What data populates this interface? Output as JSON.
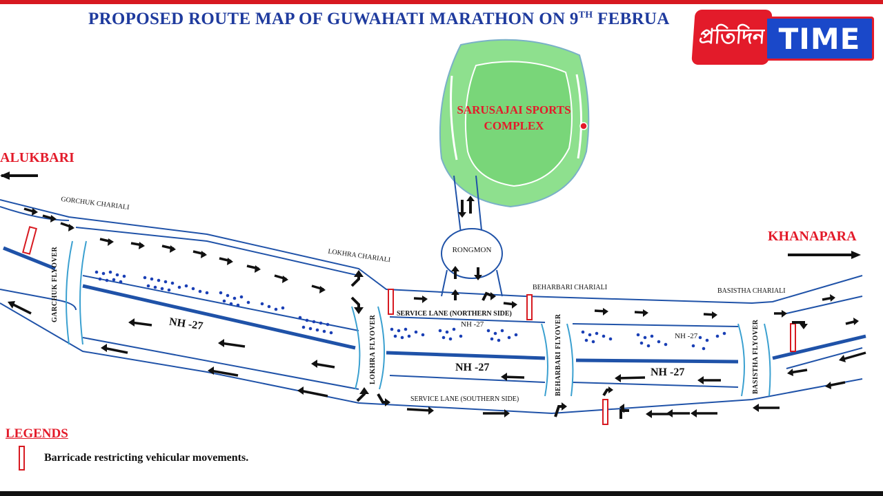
{
  "title": {
    "text": "PROPOSED ROUTE MAP OF GUWAHATI MARATHON ON 9",
    "sup": "TH",
    "tail": " FEBRUA"
  },
  "places": {
    "west": "ALUKBARI",
    "east": "KHANAPARA",
    "stadium": "SARUSAJAI SPORTS COMPLEX",
    "roundabout": "RONGMON"
  },
  "junctions": {
    "gorchuk": "GORCHUK CHARIALI",
    "lokhra": "LOKHRA CHARIALI",
    "beharbari": "BEHARBARI CHARIALI",
    "basistha": "BASISTHA CHARIALI"
  },
  "flyovers": {
    "garchuk": "GARCHUK FLYOVER",
    "lokhra": "LOKHRA FLYOVER",
    "beharbari": "BEHARBARI FLYOVER",
    "basistha": "BASISTHA FLYOVER"
  },
  "roads": {
    "nh": "NH -27",
    "service_north": "SERVICE LANE (NORTHERN SIDE)",
    "service_south": "SERVICE LANE (SOUTHERN SIDE)"
  },
  "legend": {
    "title": "LEGENDS",
    "barricade": "Barricade restricting vehicular movements."
  },
  "brand": {
    "badge_text": "প্রতিদিন",
    "time_text": "TIME"
  },
  "colors": {
    "road_blue": "#1f52a8",
    "stadium_green": "#8ee08e",
    "barricade_red": "#d71920",
    "dot_blue": "#1a3fb5",
    "title_blue": "#1f3b9e"
  }
}
